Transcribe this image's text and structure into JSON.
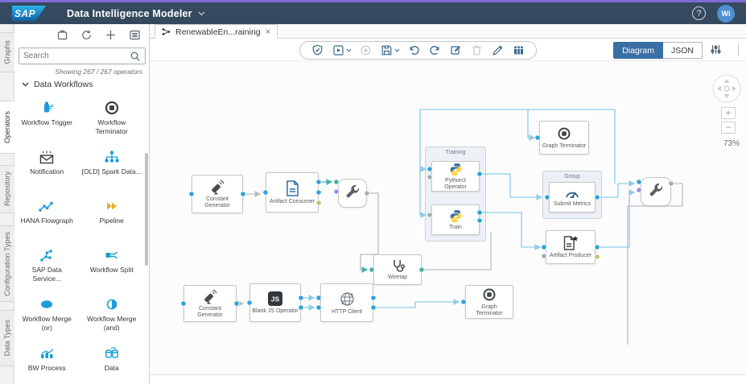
{
  "shell": {
    "logo": "SAP",
    "title": "Data Intelligence Modeler",
    "help": "?",
    "avatar": "Wi"
  },
  "sidebar": {
    "tabs": [
      {
        "label": "Graphs"
      },
      {
        "label": "Operators"
      },
      {
        "label": "Repository"
      },
      {
        "label": "Configuration Types"
      },
      {
        "label": "Data Types"
      }
    ],
    "active_tab": "Operators",
    "toolbar_icons": [
      "export",
      "refresh",
      "add",
      "list-view"
    ],
    "search": {
      "placeholder": "Search"
    },
    "filter_icon": "filter",
    "showing": "Showing 267 / 267 operators",
    "section": "Data Workflows",
    "operators": [
      {
        "label": "Workflow Trigger",
        "icon": "workflow-trigger"
      },
      {
        "label": "Workflow Terminator",
        "icon": "workflow-terminator"
      },
      {
        "label": "Notification",
        "icon": "notification"
      },
      {
        "label": "[OLD] Spark Data...",
        "icon": "spark-data"
      },
      {
        "label": "HANA Flowgraph",
        "icon": "hana-flowgraph"
      },
      {
        "label": "Pipeline",
        "icon": "pipeline"
      },
      {
        "label": "SAP Data Service...",
        "icon": "sap-data-service"
      },
      {
        "label": "Workflow Split",
        "icon": "workflow-split"
      },
      {
        "label": "Workflow Merge (or)",
        "icon": "workflow-merge-or"
      },
      {
        "label": "Workflow Merge (and)",
        "icon": "workflow-merge-and"
      },
      {
        "label": "BW Process",
        "icon": "bw-process"
      },
      {
        "label": "Data",
        "icon": "data-transfer"
      }
    ]
  },
  "editor": {
    "tab": {
      "title": "RenewableEn...raining",
      "close": "×"
    },
    "toolbar_icons": [
      "validate",
      "run",
      "stop",
      "save",
      "undo",
      "redo",
      "edit-window",
      "delete",
      "edit",
      "configuration"
    ],
    "view_toggle": {
      "diagram": "Diagram",
      "json": "JSON"
    },
    "zoom": {
      "in": "+",
      "out": "−",
      "level": "73%"
    }
  },
  "canvas": {
    "groups": [
      {
        "label": "Training"
      },
      {
        "label": "Group"
      }
    ],
    "nodes": [
      {
        "label": "Constant Generator"
      },
      {
        "label": "Artifact Consumer"
      },
      {
        "label": "Python3 Operator"
      },
      {
        "label": "Train"
      },
      {
        "label": "Graph Terminator"
      },
      {
        "label": "Submit Metrics"
      },
      {
        "label": "Artifact Producer"
      },
      {
        "label": "Constant Generator"
      },
      {
        "label": "Blank JS Operator"
      },
      {
        "label": "HTTP Client"
      },
      {
        "label": "Wiretap"
      },
      {
        "label": "Graph Terminator"
      }
    ]
  },
  "colors": {
    "accent_purple": "#7d6bd6",
    "shell_bg": "#354a5f",
    "active_view_button": "#3a6fa5",
    "edge_blue": "#8ecbe9",
    "edge_grey": "#b7bec2",
    "edge_teal": "#4ab1a4",
    "port_blue": "#2fa3d9",
    "port_teal": "#4ab1a4",
    "port_purple": "#a18fd9",
    "port_yellow": "#c9c073",
    "port_grey": "#9fb0b5"
  }
}
